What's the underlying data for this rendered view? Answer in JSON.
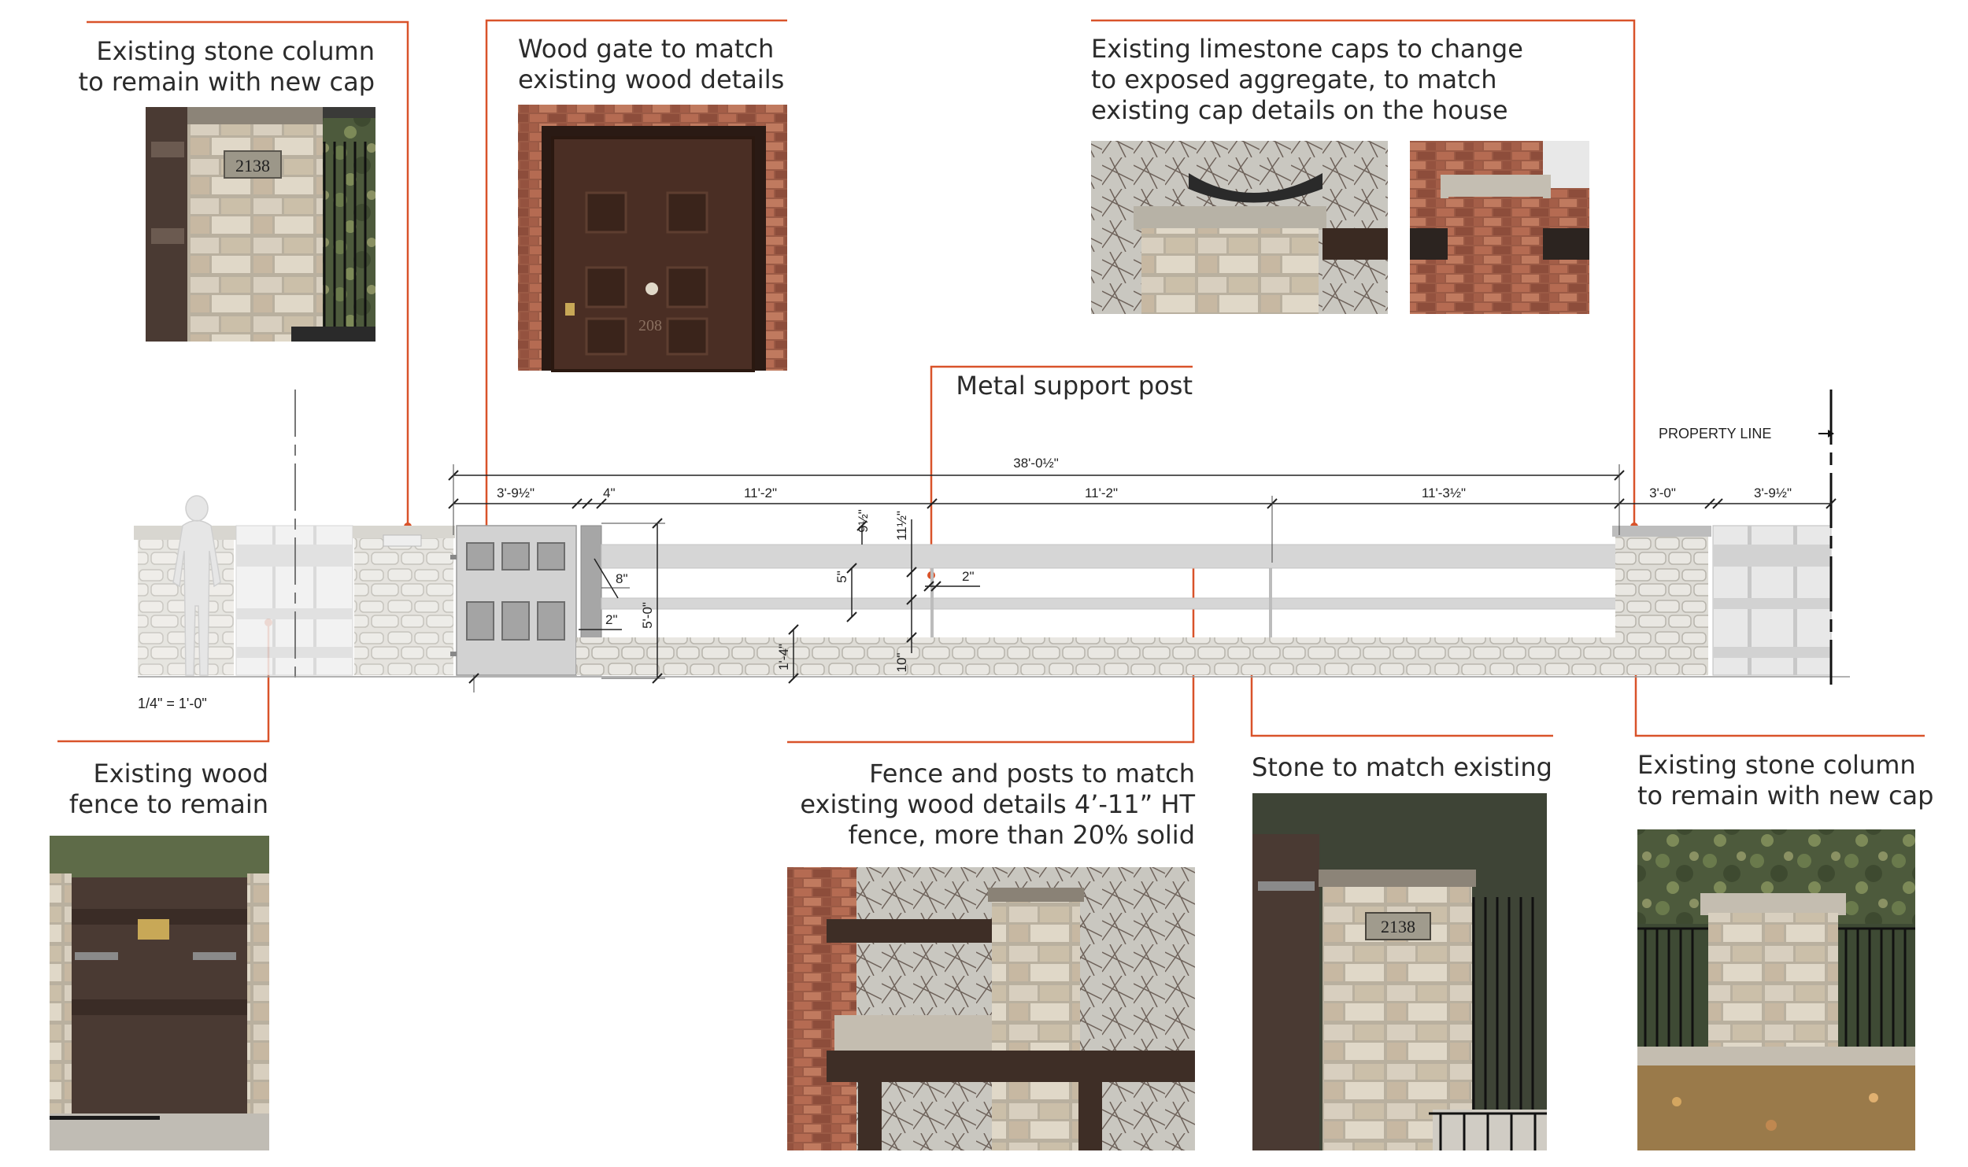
{
  "drawing": {
    "scale_note": "1/4\" = 1'-0\"",
    "property_line_label": "PROPERTY LINE",
    "dimensions": {
      "overall": "38'-0½\"",
      "seg_gate": "3'-9½\"",
      "seg_4": "4\"",
      "seg_a": "11'-2\"",
      "seg_b": "11'-2\"",
      "seg_c": "11'-3½\"",
      "seg_col": "3'-0\"",
      "seg_end": "3'-9½\"",
      "v_8": "8\"",
      "v_2a": "2\"",
      "v_5": "5'-0\"",
      "v_9": "9½\"",
      "v_5b": "5\"",
      "v_11": "11½\"",
      "v_1_4": "1'-4\"",
      "v_10": "10\"",
      "v_2b": "2\""
    }
  },
  "callouts": {
    "c1": [
      "Existing stone column",
      "to remain with new cap"
    ],
    "c2": [
      "Wood gate to match",
      "existing wood details"
    ],
    "c3": [
      "Existing limestone caps to change",
      "to exposed aggregate, to match",
      "existing cap details on the house"
    ],
    "c4": [
      "Metal support post"
    ],
    "c5": [
      "Existing wood",
      "fence to remain"
    ],
    "c6": [
      "Fence and posts to match",
      "existing wood details 4’-11” HT",
      "fence, more than 20% solid"
    ],
    "c7": [
      "Stone to match existing"
    ],
    "c8": [
      "Existing stone column",
      "to remain with new cap"
    ]
  },
  "photos": {
    "address_number": "2138",
    "door_number": "208"
  },
  "colors": {
    "leader": "#d9532a",
    "wood": "#4a3a33",
    "stone": "#d6d3cc"
  }
}
